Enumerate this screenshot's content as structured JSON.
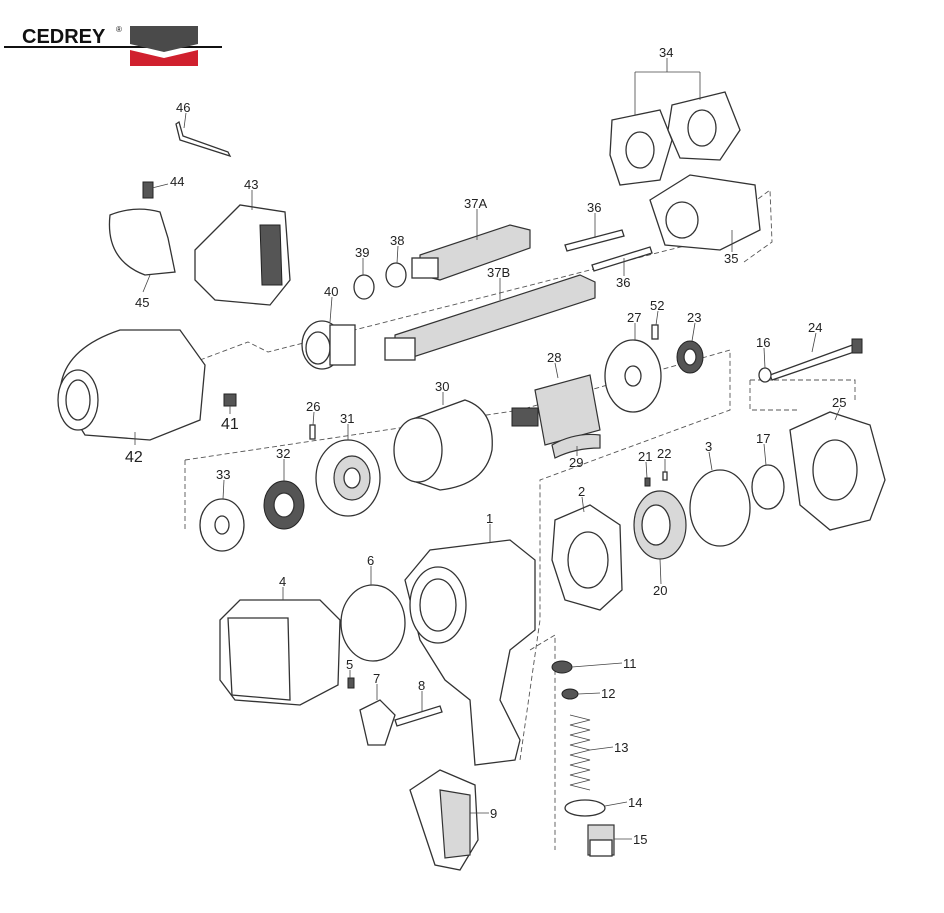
{
  "brand": {
    "name": "CEDREY",
    "mark": "®",
    "colors": {
      "dark": "#4a4a4a",
      "red": "#d0202e"
    }
  },
  "parts": {
    "p46": "46",
    "p44": "44",
    "p43": "43",
    "p45": "45",
    "p42": "42",
    "p41": "41",
    "p40": "40",
    "p39": "39",
    "p38": "38",
    "p37A": "37A",
    "p37B": "37B",
    "p36a": "36",
    "p36b": "36",
    "p34": "34",
    "p35": "35",
    "p52": "52",
    "p27": "27",
    "p23": "23",
    "p24": "24",
    "p16": "16",
    "p25": "25",
    "p28": "28",
    "p30": "30",
    "p26": "26",
    "p31": "31",
    "p29": "29",
    "p21": "21",
    "p22": "22",
    "p3": "3",
    "p17": "17",
    "p32": "32",
    "p33": "33",
    "p2": "2",
    "p1": "1",
    "p20": "20",
    "p6": "6",
    "p4": "4",
    "p5": "5",
    "p7": "7",
    "p8": "8",
    "p11": "11",
    "p12": "12",
    "p13": "13",
    "p14": "14",
    "p9": "9",
    "p15": "15"
  }
}
